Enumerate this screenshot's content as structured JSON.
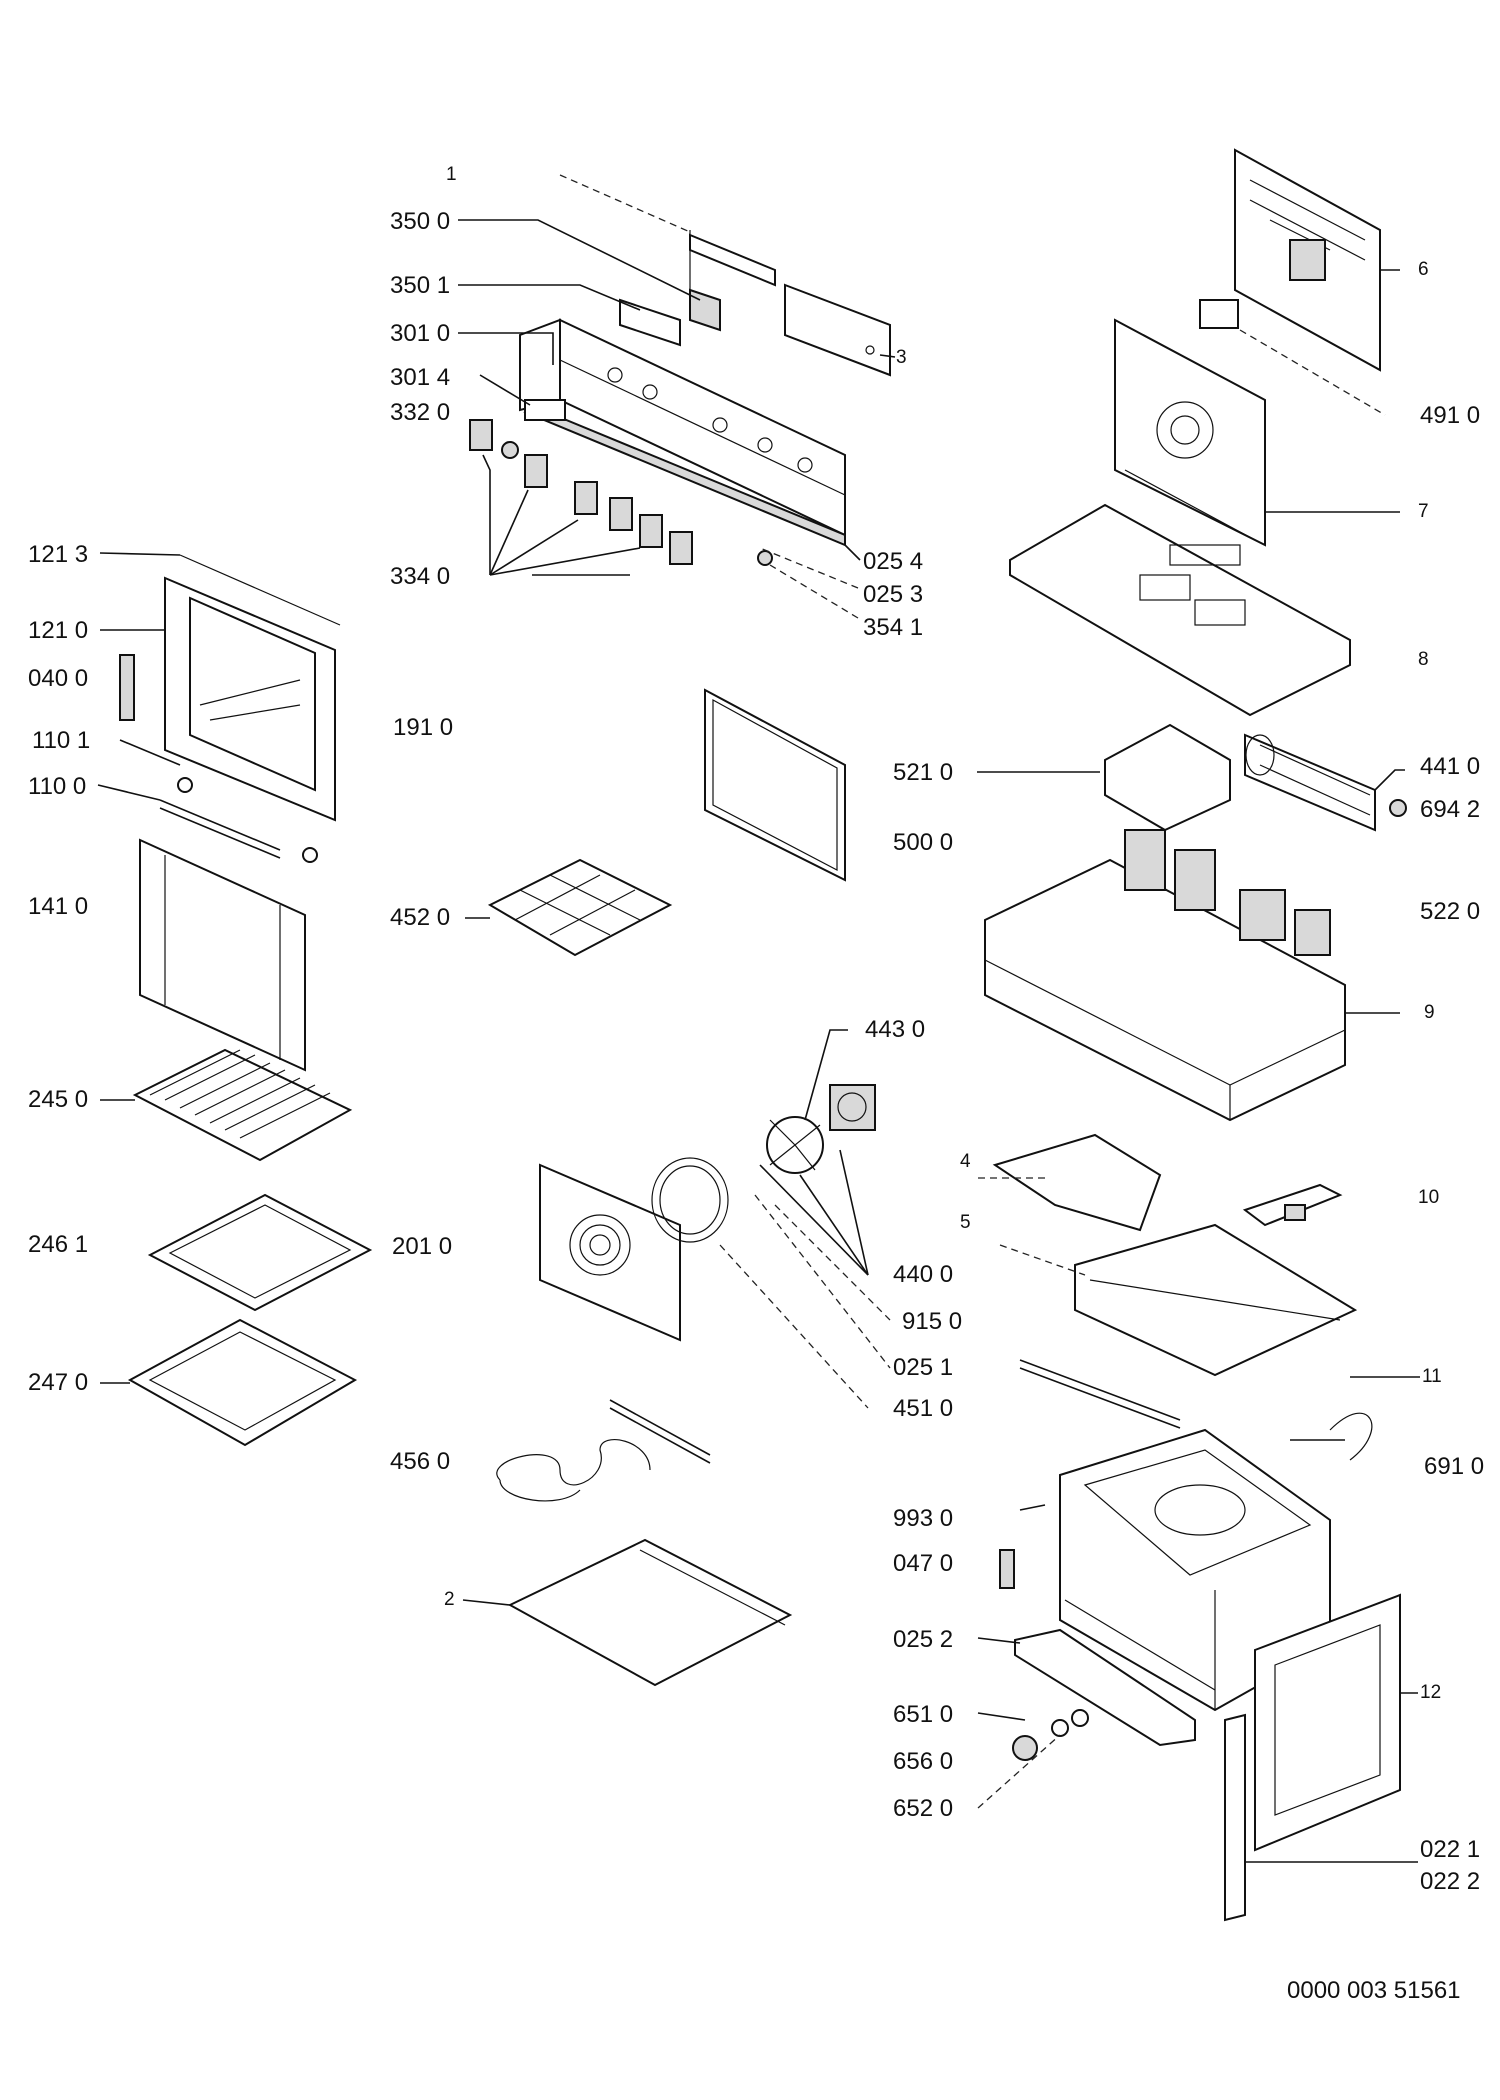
{
  "labels": {
    "l_1": "1",
    "l_3500": "350 0",
    "l_3501": "350 1",
    "l_3010": "301 0",
    "l_3014": "301 4",
    "l_3320": "332 0",
    "l_3340": "334 0",
    "l_3": "3",
    "l_0254": "025 4",
    "l_0253": "025 3",
    "l_3541": "354 1",
    "l_6": "6",
    "l_4910": "491 0",
    "l_7": "7",
    "l_8": "8",
    "l_1213": "121 3",
    "l_1210": "121 0",
    "l_0400": "040 0",
    "l_1101": "110 1",
    "l_1100": "110 0",
    "l_1410": "141 0",
    "l_1910": "191 0",
    "l_4520": "452 0",
    "l_5210": "521 0",
    "l_5000": "500 0",
    "l_4410": "441 0",
    "l_6942": "694 2",
    "l_5220": "522 0",
    "l_9": "9",
    "l_4430": "443 0",
    "l_2450": "245 0",
    "l_2461": "246 1",
    "l_2010": "201 0",
    "l_2470": "247 0",
    "l_4": "4",
    "l_5": "5",
    "l_10": "10",
    "l_4400": "440 0",
    "l_9150": "915 0",
    "l_0251": "025 1",
    "l_4510": "451 0",
    "l_11": "11",
    "l_4560": "456 0",
    "l_6910": "691 0",
    "l_9930": "993 0",
    "l_0470": "047 0",
    "l_2": "2",
    "l_0252": "025 2",
    "l_6510": "651 0",
    "l_6560": "656 0",
    "l_6520": "652 0",
    "l_12": "12",
    "l_0221": "022 1",
    "l_0222": "022 2"
  },
  "document_number": "0000 003 51561"
}
